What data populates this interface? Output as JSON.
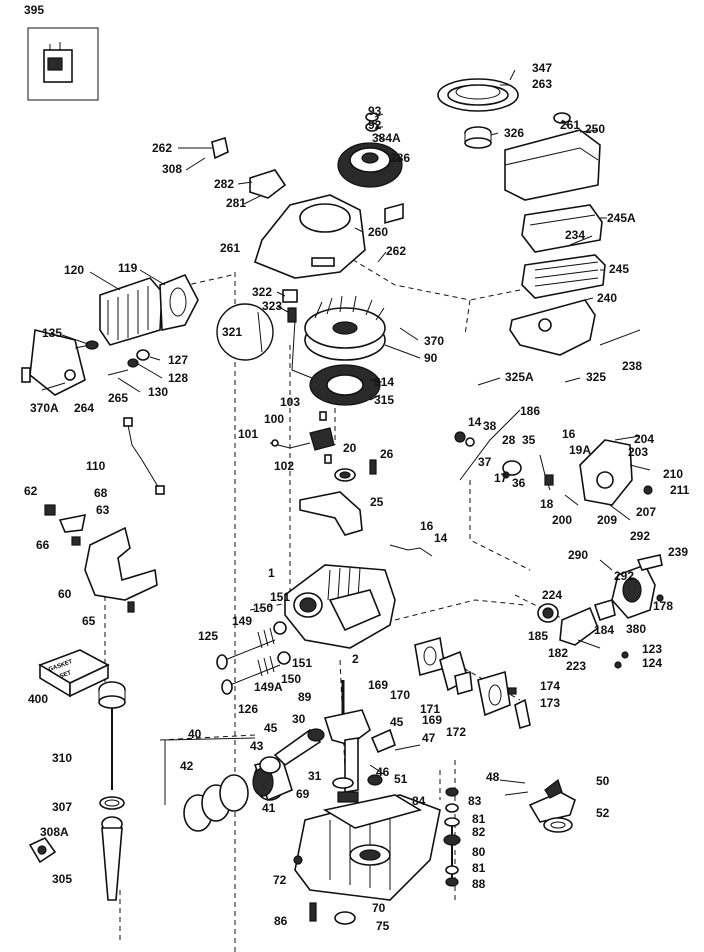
{
  "diagram": {
    "labels": [
      "395",
      "347",
      "263",
      "93",
      "92",
      "384A",
      "326",
      "261",
      "250",
      "262",
      "308",
      "286",
      "282",
      "281",
      "260",
      "245A",
      "234",
      "261",
      "262",
      "245",
      "120",
      "119",
      "322",
      "323",
      "240",
      "321",
      "370",
      "135",
      "127",
      "90",
      "238",
      "128",
      "130",
      "314",
      "325A",
      "325",
      "370A",
      "264",
      "265",
      "315",
      "103",
      "186",
      "100",
      "14",
      "38",
      "16",
      "204",
      "101",
      "28",
      "35",
      "203",
      "102",
      "20",
      "26",
      "19A",
      "37",
      "17",
      "36",
      "210",
      "211",
      "110",
      "62",
      "68",
      "25",
      "63",
      "18",
      "200",
      "209",
      "207",
      "16",
      "14",
      "292",
      "66",
      "290",
      "239",
      "1",
      "292",
      "60",
      "151",
      "150",
      "224",
      "178",
      "65",
      "149",
      "380",
      "125",
      "185",
      "184",
      "2",
      "151",
      "182",
      "123",
      "223",
      "124",
      "169",
      "400",
      "149A",
      "150",
      "174",
      "170",
      "126",
      "89",
      "171",
      "173",
      "169",
      "40",
      "45",
      "30",
      "45",
      "43",
      "172",
      "47",
      "310",
      "42",
      "46",
      "48",
      "50",
      "31",
      "51",
      "69",
      "83",
      "84",
      "307",
      "41",
      "81",
      "52",
      "308A",
      "82",
      "80",
      "72",
      "81",
      "305",
      "88",
      "70",
      "86",
      "75"
    ],
    "gasket_set": [
      "GASKET",
      "SET"
    ]
  }
}
